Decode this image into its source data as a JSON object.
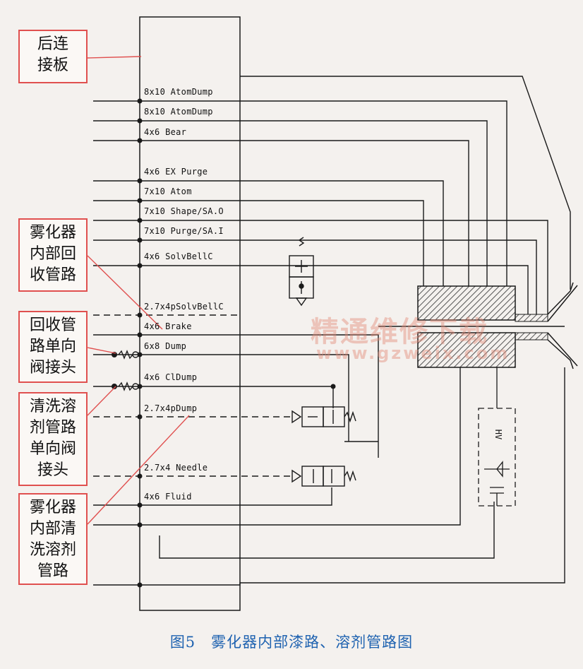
{
  "callouts": {
    "rear_board": [
      "后连",
      "接板"
    ],
    "recovery_pipe": [
      "雾化器",
      "内部回",
      "收管路"
    ],
    "recovery_check_valve": [
      "回收管",
      "路单向",
      "阀接头"
    ],
    "solvent_check_valve": [
      "清洗溶",
      "剂管路",
      "单向阀",
      "接头"
    ],
    "solvent_pipe": [
      "雾化器",
      "内部清",
      "洗溶剂",
      "管路"
    ]
  },
  "ports": [
    "8x10  AtomDump",
    "8x10  AtomDump",
    "4x6   Bear",
    "4x6   EX Purge",
    "7x10  Atom",
    "7x10  Shape/SA.O",
    "7x10  Purge/SA.I",
    "4x6   SolvBellC",
    "2.7x4pSolvBellC",
    "4x6   Brake",
    "6x8   Dump",
    "4x6   ClDump",
    "2.7x4pDump",
    "2.7x4 Needle",
    "4x6   Fluid"
  ],
  "hv_label": "HV",
  "watermark": {
    "text": "精通维修下载",
    "url": "www.gzweix.com"
  },
  "caption": "图5　雾化器内部漆路、溶剂管路图",
  "colors": {
    "line": "#1a1a1a",
    "callout_border": "#e0504f",
    "caption": "#1e62b0",
    "hatch": "#555555"
  }
}
